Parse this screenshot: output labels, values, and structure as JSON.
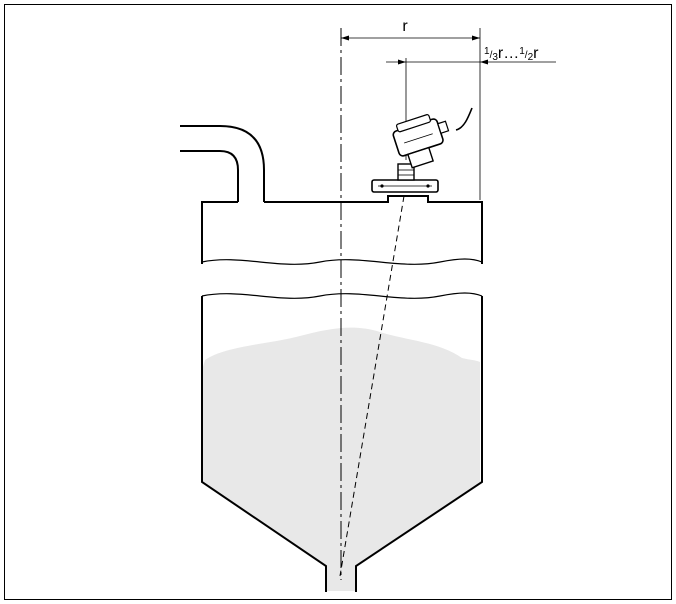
{
  "diagram": {
    "dimension_r": "r",
    "offset_range": {
      "start_numerator": "1",
      "start_denominator": "3",
      "start_unit": "r",
      "ellipsis": "…",
      "end_numerator": "1",
      "end_denominator": "2",
      "end_unit": "r"
    },
    "colors": {
      "line": "#000000",
      "bulk_material": "#e8e8e8",
      "frame": "#000000"
    }
  }
}
